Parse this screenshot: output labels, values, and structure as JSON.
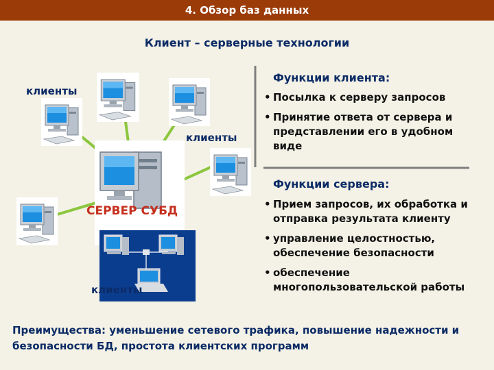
{
  "header": {
    "title": "4. Обзор баз данных"
  },
  "subtitle": "Клиент – серверные технологии",
  "diagram": {
    "clients_label_top": "клиенты",
    "clients_label_right": "клиенты",
    "clients_label_bottom": "клиенты",
    "server_label": "СЕРВЕР СУБД",
    "link_color": "#8cc63e"
  },
  "client_functions": {
    "heading": "Функции клиента:",
    "items": [
      "Посылка к серверу запросов",
      "Принятие ответа от сервера и представлении его в удобном виде"
    ]
  },
  "server_functions": {
    "heading": "Функции сервера:",
    "items": [
      "Прием запросов, их обработка и отправка результата клиенту",
      "управление целостностью, обеспечение безопасности",
      "обеспечение многопользовательской работы"
    ]
  },
  "advantages": {
    "label": "Преимущества:",
    "text": "уменьшение сетевого трафика, повышение надежности и безопасности БД, простота клиентских программ"
  },
  "colors": {
    "header_bg": "#9b3b07",
    "title_text": "#0c2b66",
    "server_label": "#c62e1d",
    "network_panel": "#0b3d8f"
  },
  "icons": [
    "desktop-computer-icon",
    "server-computer-icon",
    "laptop-icon",
    "network-hub-icon"
  ]
}
